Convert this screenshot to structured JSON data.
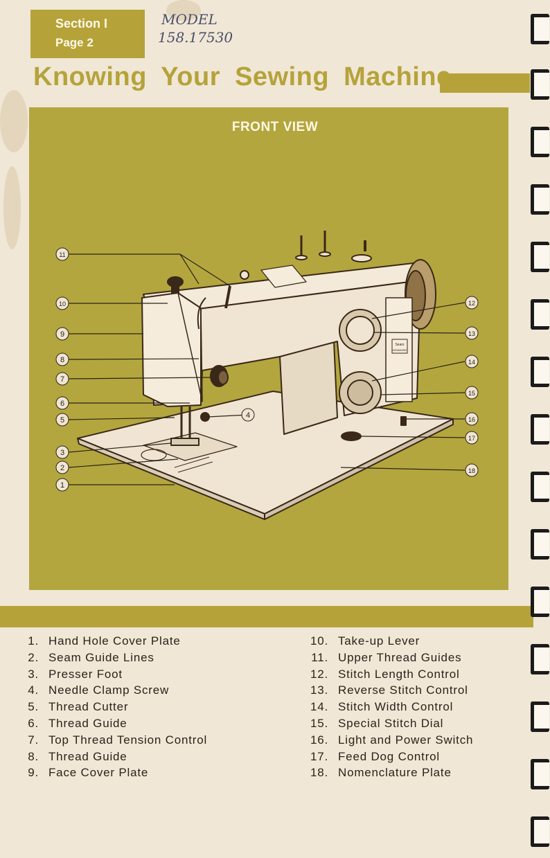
{
  "header": {
    "section_label": "Section  I",
    "page_label": "Page  2",
    "handwritten_model": "MODEL",
    "handwritten_number": "158.17530",
    "title": "Knowing Your Sewing Machine"
  },
  "figure": {
    "title": "FRONT VIEW",
    "callouts": [
      "1",
      "2",
      "3",
      "4",
      "5",
      "6",
      "7",
      "8",
      "9",
      "10",
      "11",
      "12",
      "13",
      "14",
      "15",
      "16",
      "17",
      "18"
    ],
    "nameplate_brand": "Sears",
    "nameplate_model": "KENMORE"
  },
  "legend": {
    "left": [
      {
        "num": "1.",
        "label": "Hand Hole Cover Plate"
      },
      {
        "num": "2.",
        "label": "Seam Guide Lines"
      },
      {
        "num": "3.",
        "label": "Presser Foot"
      },
      {
        "num": "4.",
        "label": "Needle Clamp Screw"
      },
      {
        "num": "5.",
        "label": "Thread Cutter"
      },
      {
        "num": "6.",
        "label": "Thread Guide"
      },
      {
        "num": "7.",
        "label": "Top Thread Tension Control"
      },
      {
        "num": "8.",
        "label": "Thread Guide"
      },
      {
        "num": "9.",
        "label": "Face Cover Plate"
      }
    ],
    "right": [
      {
        "num": "10.",
        "label": "Take-up Lever"
      },
      {
        "num": "11.",
        "label": "Upper Thread Guides"
      },
      {
        "num": "12.",
        "label": "Stitch Length Control"
      },
      {
        "num": "13.",
        "label": "Reverse Stitch Control"
      },
      {
        "num": "14.",
        "label": "Stitch Width Control"
      },
      {
        "num": "15.",
        "label": "Special Stitch Dial"
      },
      {
        "num": "16.",
        "label": "Light and Power Switch"
      },
      {
        "num": "17.",
        "label": "Feed Dog Control"
      },
      {
        "num": "18.",
        "label": "Nomenclature Plate"
      }
    ]
  },
  "colors": {
    "accent": "#b5a33a",
    "paper": "#f0e7d6",
    "ink": "#2b231b",
    "machine": "#efe5d2"
  }
}
